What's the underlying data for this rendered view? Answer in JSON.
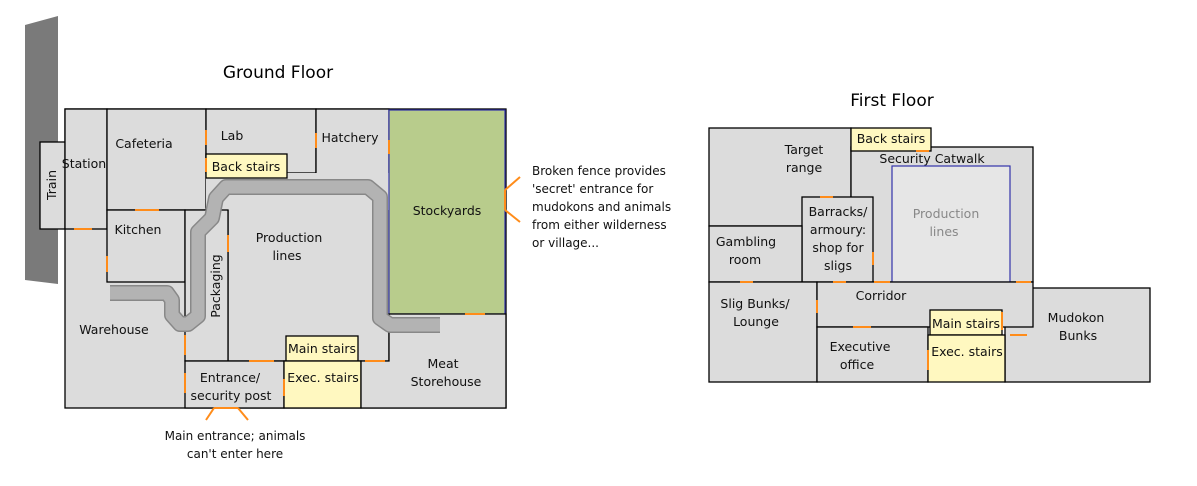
{
  "ground_floor": {
    "title": "Ground Floor",
    "rooms": {
      "train": "Train",
      "station": "Station",
      "cafeteria": "Cafeteria",
      "lab": "Lab",
      "back_stairs": "Back stairs",
      "hatchery": "Hatchery",
      "stockyards": "Stockyards",
      "kitchen": "Kitchen",
      "production_lines": [
        "Production",
        "lines"
      ],
      "packaging": "Packaging",
      "warehouse": "Warehouse",
      "main_stairs": "Main stairs",
      "entrance": [
        "Entrance/",
        "security post"
      ],
      "exec_stairs": "Exec. stairs",
      "meat_storehouse": [
        "Meat",
        "Storehouse"
      ]
    },
    "notes": {
      "stockyards_fence": [
        "Broken fence provides",
        "'secret' entrance for",
        "mudokons and animals",
        "from either wilderness",
        "or village..."
      ],
      "main_entrance": [
        "Main entrance; animals",
        "can't enter here"
      ]
    }
  },
  "first_floor": {
    "title": "First Floor",
    "rooms": {
      "target_range": [
        "Target",
        "range"
      ],
      "back_stairs": "Back stairs",
      "security_catwalk": "Security Catwalk",
      "production_lines": [
        "Production",
        "lines"
      ],
      "barracks": [
        "Barracks/",
        "armoury:",
        "shop for",
        "sligs"
      ],
      "gambling_room": [
        "Gambling",
        "room"
      ],
      "slig_bunks": [
        "Slig Bunks/",
        "Lounge"
      ],
      "corridor": "Corridor",
      "main_stairs": "Main stairs",
      "executive_office": [
        "Executive",
        "office"
      ],
      "exec_stairs": "Exec. stairs",
      "mudokon_bunks": [
        "Mudokon",
        "Bunks"
      ]
    }
  },
  "colors": {
    "room": "#dcdcdc",
    "stairs": "#fff8c0",
    "stockyards": "#b8cc8c",
    "door": "#ff8c1a",
    "conveyor": "#b3b3b3"
  }
}
